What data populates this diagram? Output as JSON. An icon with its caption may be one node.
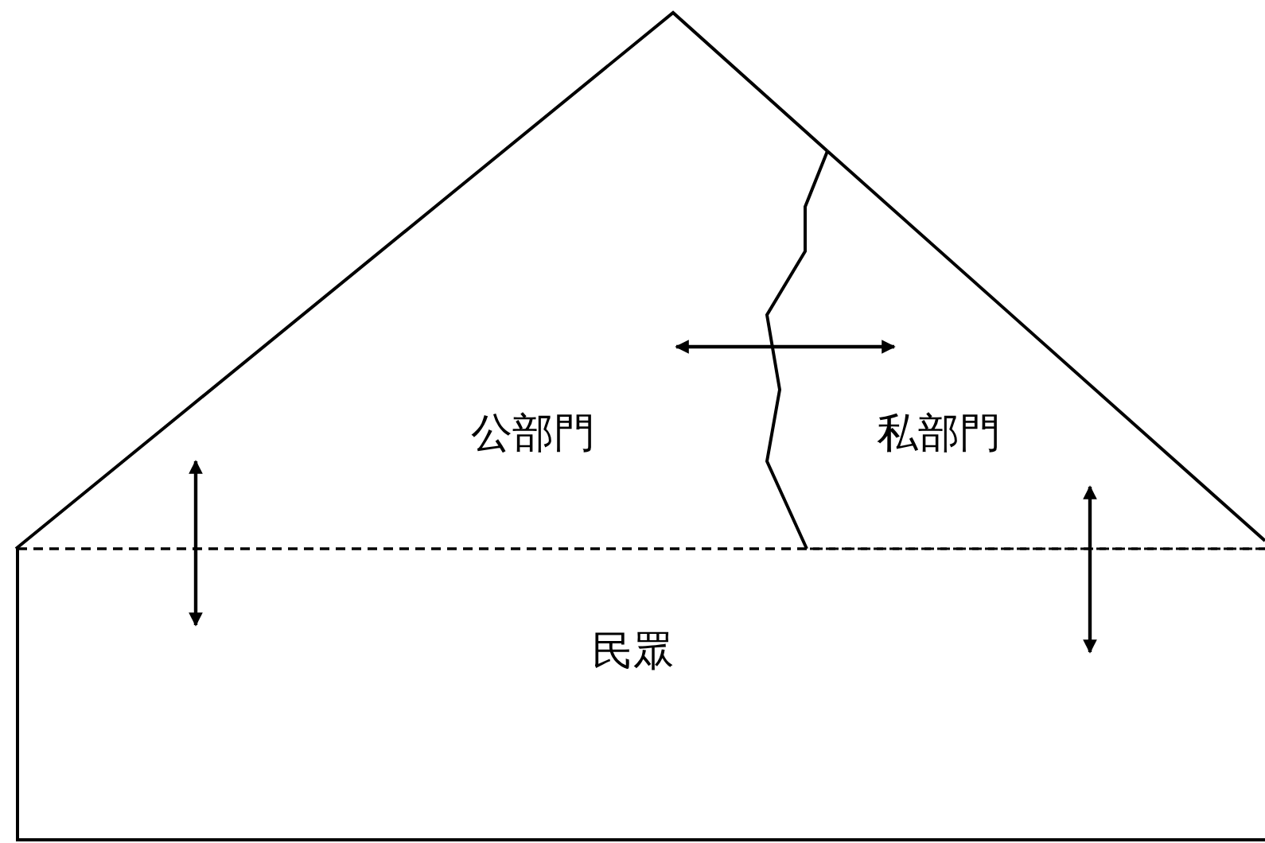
{
  "diagram": {
    "nodes": [
      {
        "text": [
          "公部門"
        ]
      },
      {
        "text": [
          "私部門"
        ]
      },
      {
        "text": [
          "民眾"
        ]
      }
    ],
    "edges": [
      {
        "from": 0,
        "to": 1,
        "arrow": "both"
      },
      {
        "from": 0,
        "to": 2,
        "arrow": "both"
      },
      {
        "from": 1,
        "to": 2,
        "arrow": "both"
      }
    ]
  }
}
